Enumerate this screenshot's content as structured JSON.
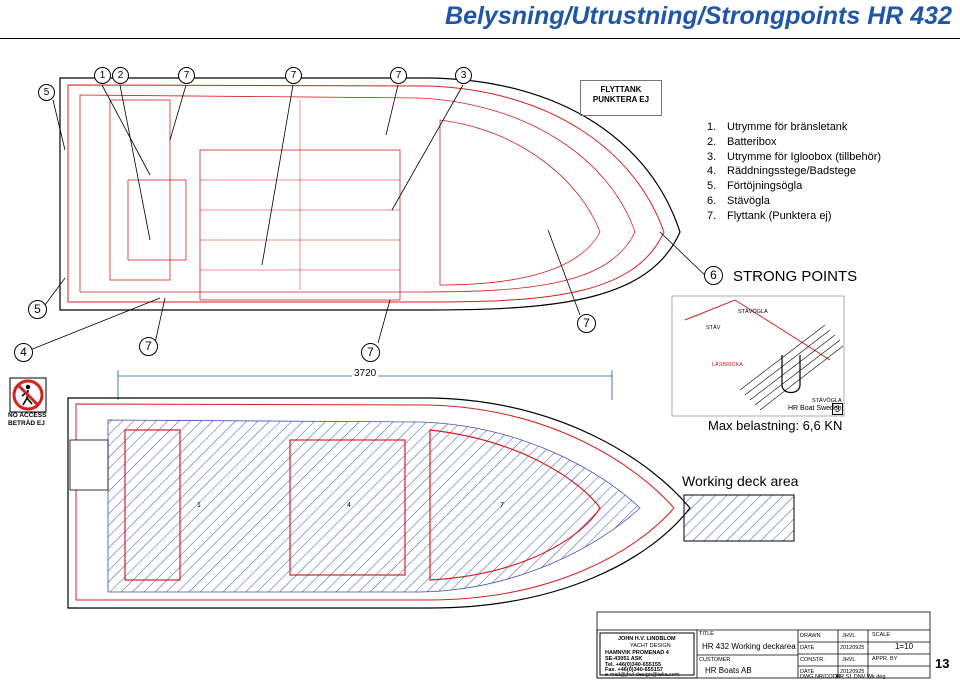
{
  "title": "Belysning/Utrustning/Strongpoints HR 432",
  "legend": [
    {
      "num": "1.",
      "text": "Utrymme för bränsletank"
    },
    {
      "num": "2.",
      "text": "Batteribox"
    },
    {
      "num": "3.",
      "text": "Utrymme för Igloobox (tillbehör)"
    },
    {
      "num": "4.",
      "text": "Räddningsstege/Badstege"
    },
    {
      "num": "5.",
      "text": "Förtöjningsögla"
    },
    {
      "num": "6.",
      "text": "Stävögla"
    },
    {
      "num": "7.",
      "text": "Flyttank (Punktera ej)"
    }
  ],
  "flyttank_note": {
    "line1": "FLYTTANK",
    "line2": "PUNKTERA EJ"
  },
  "top_markers": [
    "5",
    "1",
    "2",
    "7",
    "7",
    "7",
    "3"
  ],
  "side_markers": [
    "5",
    "4",
    "7",
    "7",
    "7",
    "6"
  ],
  "strong_points": "STRONG POINTS",
  "detail": {
    "stavogla": "STÄVÖGLA",
    "stav": "STÄV",
    "lasbricka": "LÅSBRICKA",
    "stavogla2": "STÄVÖGLA",
    "company": "HR Boat Sweden",
    "num": "3"
  },
  "max_load": "Max belastning: 6,6 KN",
  "dimension": "3720",
  "no_access": {
    "line1": "NO ACCESS",
    "line2": "BETRÄD EJ"
  },
  "working_deck": "Working deck area",
  "deck_numbers": [
    "1",
    "4",
    "7"
  ],
  "title_block": {
    "logo": {
      "line1": "JOHN H.V. LINDBLOM",
      "line2": "YACHT DESIGN",
      "line3": "HAMNVIK PROMENAD 4",
      "line4": "SE-43051 ASK",
      "line5": "Tel. +46(0)340-655155",
      "line6": "Fax. +46(0)340-655157",
      "line7": "e-mail@jhvl-design@telia.com"
    },
    "title_label": "TITLE",
    "title_value": "HR    432  Working deckarea",
    "customer_label": "CUSTOMER",
    "customer_value": "HR Boats AB",
    "drawn_label": "DRAWN",
    "drawn_value": "JHVL",
    "scale_label": "SCALE",
    "scale_value": "1=10",
    "date_label": "DATE",
    "date_value": "20120925",
    "constr_label": "CONSTR.",
    "constr_value": "JHVL",
    "appr_label": "APPR. BY",
    "date2_label": "DATE",
    "date2_value": "20120925",
    "dwg_label": "DWG.NR/CODE",
    "dwg_value": "HR S1 DNV  Wk deg"
  },
  "page_number": "13",
  "colors": {
    "title": "#1f56a8",
    "red": "#d42020",
    "hatch": "#3c4fb0"
  }
}
